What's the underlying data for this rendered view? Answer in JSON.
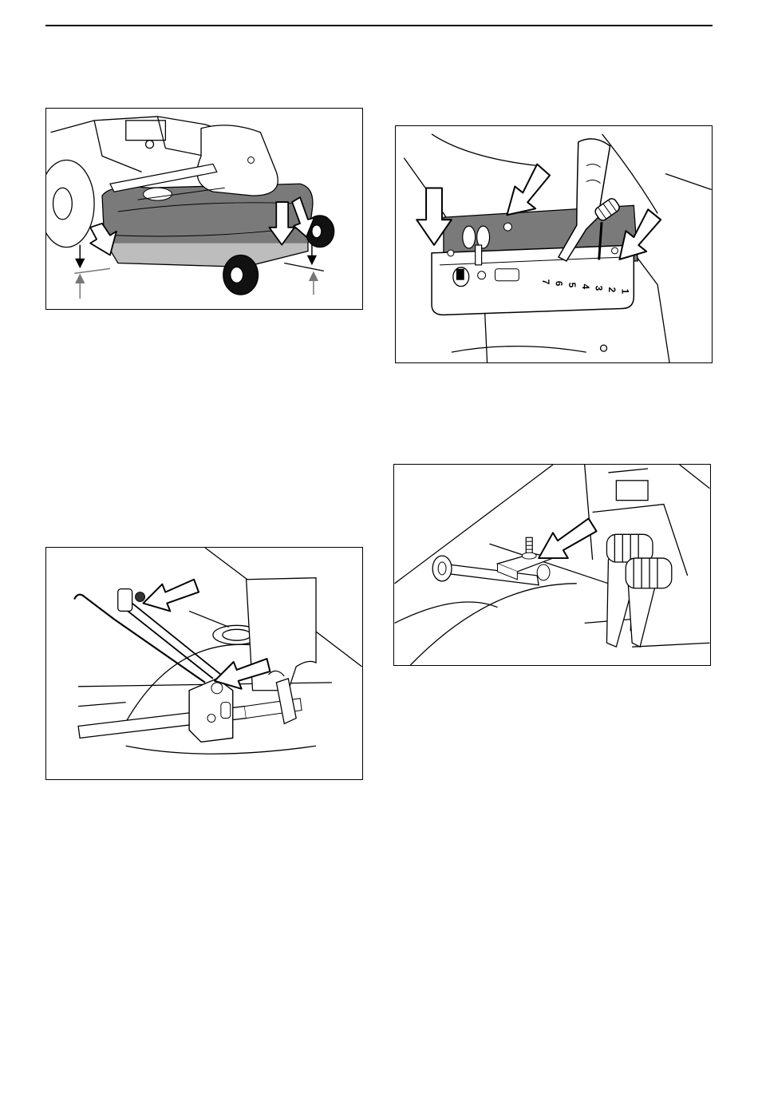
{
  "figures": [
    {
      "id": "fig1",
      "subject": "mower-deck",
      "arrows": 4
    },
    {
      "id": "fig2",
      "subject": "height-adjust-panel",
      "scale_labels": [
        "7",
        "6",
        "5",
        "4",
        "3",
        "2",
        "1"
      ]
    },
    {
      "id": "fig3",
      "subject": "pedal-adjust-screw",
      "arrows": 1
    },
    {
      "id": "fig4",
      "subject": "linkage-rods",
      "arrows": 2
    }
  ],
  "colors": {
    "ink": "#000000",
    "shade": "#7a7a7a",
    "light": "#bdbdbd",
    "paper": "#ffffff"
  }
}
